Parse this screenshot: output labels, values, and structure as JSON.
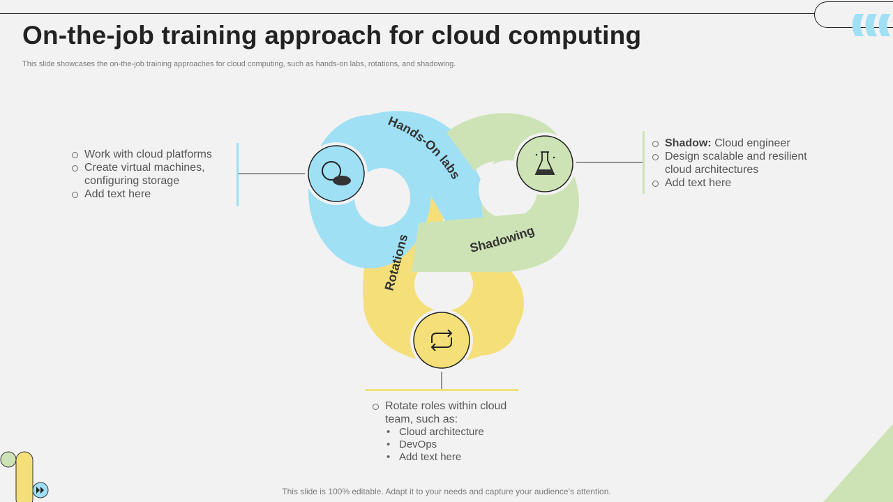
{
  "title": "On-the-job training approach for cloud computing",
  "subtitle": "This slide showcases the on-the-job training approaches for cloud computing, such as hands-on labs, rotations, and shadowing.",
  "footer": "This slide is 100% editable. Adapt it to your needs and capture your audience’s attention.",
  "colors": {
    "blue": "#9fe0f5",
    "green": "#cde3b5",
    "yellow": "#f5df79",
    "dark": "#222222"
  },
  "loops": {
    "hands_on_labs": {
      "label": "Hands-On labs",
      "icon": "magnifier-chat-icon"
    },
    "shadowing": {
      "label": "Shadowing",
      "icon": "flask-icon"
    },
    "rotations": {
      "label": "Rotations",
      "icon": "rotate-arrows-icon"
    }
  },
  "blocks": {
    "hands_on": {
      "items": [
        "Work with cloud platforms",
        "Create virtual machines, configuring storage",
        "Add text here"
      ]
    },
    "shadow": {
      "lead_bold": "Shadow:",
      "lead_rest": " Cloud engineer",
      "items": [
        "Design scalable and resilient cloud architectures",
        "Add text here"
      ]
    },
    "rotations": {
      "lead": "Rotate roles within cloud team, such as:",
      "subitems": [
        "Cloud architecture",
        "DevOps",
        "Add text here"
      ]
    }
  }
}
